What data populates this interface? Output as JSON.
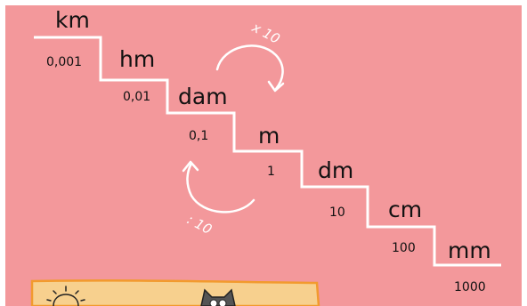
{
  "staircase": {
    "units": [
      "km",
      "hm",
      "dam",
      "m",
      "dm",
      "cm",
      "mm"
    ],
    "factors": [
      "0,001",
      "0,01",
      "0,1",
      "1",
      "10",
      "100",
      "1000"
    ]
  },
  "arrows": {
    "multiply_label": "x 10",
    "divide_label": ": 10"
  },
  "colors": {
    "background": "#f3989b",
    "note_box": "#f7d08e",
    "note_border": "#f29a2e",
    "stair_line": "#ffffff"
  }
}
